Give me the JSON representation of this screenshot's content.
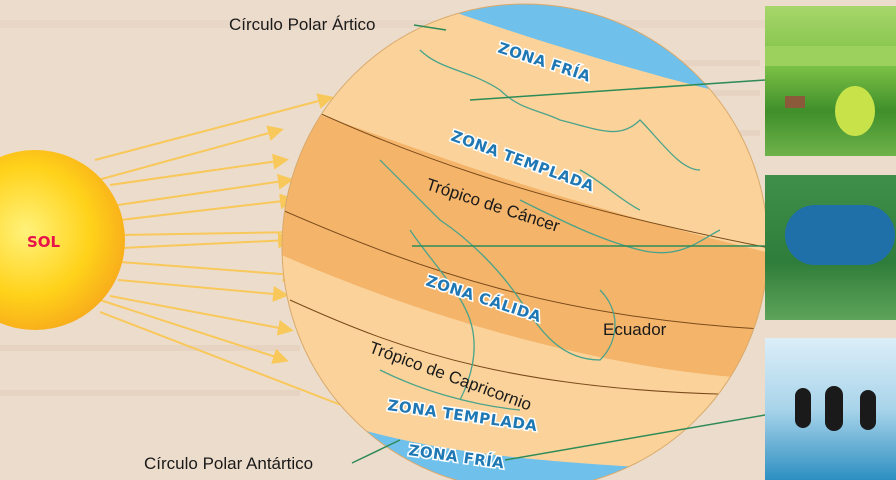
{
  "sun": {
    "label": "SOL"
  },
  "circles": {
    "arctic": "Círculo Polar Ártico",
    "antarctic": "Círculo Polar Antártico"
  },
  "lines": {
    "tropic_cancer": "Trópico de Cáncer",
    "equator": "Ecuador",
    "tropic_capricorn": "Trópico de Capricornio"
  },
  "zones": {
    "cold_north": "ZONA FRÍA",
    "temperate_north": "ZONA TEMPLADA",
    "warm": "ZONA CÁLIDA",
    "temperate_south": "ZONA TEMPLADA",
    "cold_south": "ZONA FRÍA"
  },
  "photos": [
    {
      "name": "temperate-landscape-photo",
      "depicts": "green countryside with trees and houses"
    },
    {
      "name": "tropical-river-photo",
      "depicts": "river winding through dense green forest"
    },
    {
      "name": "polar-penguins-photo",
      "depicts": "penguins on icy shore"
    }
  ],
  "colors": {
    "background": "#ecdccc",
    "sun_fill": "#ffd21a",
    "sun_text": "#e8114a",
    "rays": "#f9c85a",
    "cold_zone": "#6fc1ec",
    "temperate_zone": "#fbd39a",
    "warm_zone": "#f4b46a",
    "zone_text": "#1f78b4",
    "leader_lines": "#2e8b57"
  }
}
